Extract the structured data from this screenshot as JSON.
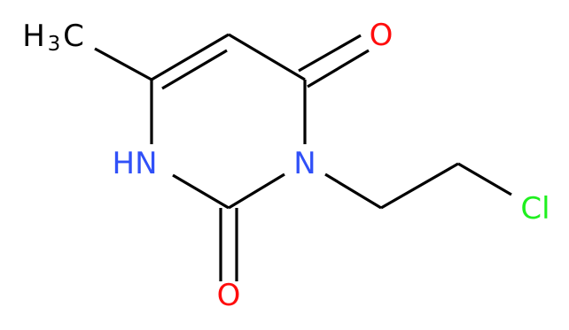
{
  "molecule": {
    "atoms": {
      "methyl": {
        "label": "H",
        "subscript": "3",
        "suffix": "C",
        "color": "#000000"
      },
      "o_top": {
        "label": "O",
        "color": "#ff0d0d"
      },
      "nh": {
        "label": "HN",
        "color": "#3050f8"
      },
      "n3": {
        "label": "N",
        "color": "#3050f8"
      },
      "cl": {
        "label": "Cl",
        "color": "#1ff01f"
      },
      "o_bottom": {
        "label": "O",
        "color": "#ff0d0d"
      }
    },
    "bond_color": "#000000",
    "bonds": [
      {
        "from": "methyl",
        "to": "c6",
        "order": 1
      },
      {
        "from": "c6",
        "to": "c5",
        "order": 2
      },
      {
        "from": "c5",
        "to": "c4",
        "order": 1
      },
      {
        "from": "c4",
        "to": "o_top",
        "order": 2
      },
      {
        "from": "c4",
        "to": "n3",
        "order": 1
      },
      {
        "from": "n3",
        "to": "c2",
        "order": 1
      },
      {
        "from": "c2",
        "to": "o_bottom",
        "order": 2
      },
      {
        "from": "c2",
        "to": "nh",
        "order": 1
      },
      {
        "from": "nh",
        "to": "c6",
        "order": 1
      },
      {
        "from": "n3",
        "to": "ch2a",
        "order": 1
      },
      {
        "from": "ch2a",
        "to": "ch2b",
        "order": 1
      },
      {
        "from": "ch2b",
        "to": "cl",
        "order": 1
      }
    ]
  }
}
